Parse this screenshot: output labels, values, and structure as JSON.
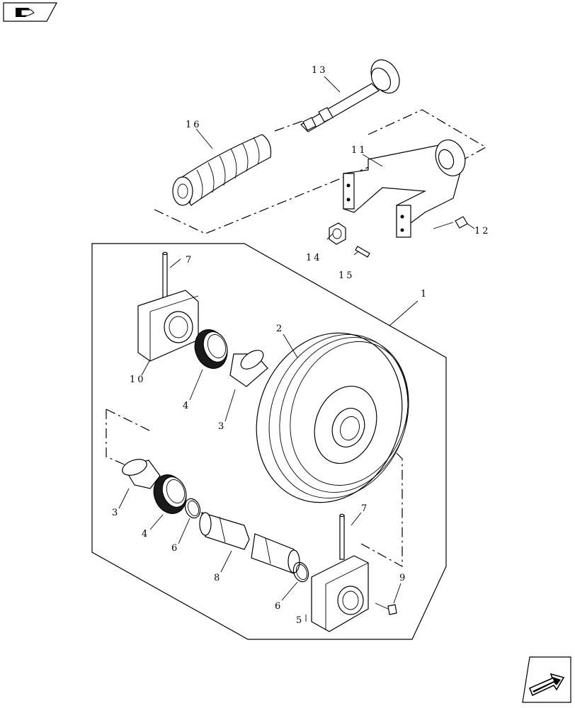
{
  "callouts": {
    "c1": "1",
    "c2": "2",
    "c3a": "3",
    "c3b": "3",
    "c4a": "4",
    "c4b": "4",
    "c5": "5",
    "c6a": "6",
    "c6b": "6",
    "c7a": "7",
    "c7b": "7",
    "c8": "8",
    "c9": "9",
    "c10": "10",
    "c11": "11",
    "c12": "12",
    "c13": "13",
    "c14": "14",
    "c15": "15",
    "c16": "16"
  },
  "icons": {
    "top_left": "book-icon",
    "bottom_right": "next-page-arrow-icon"
  }
}
